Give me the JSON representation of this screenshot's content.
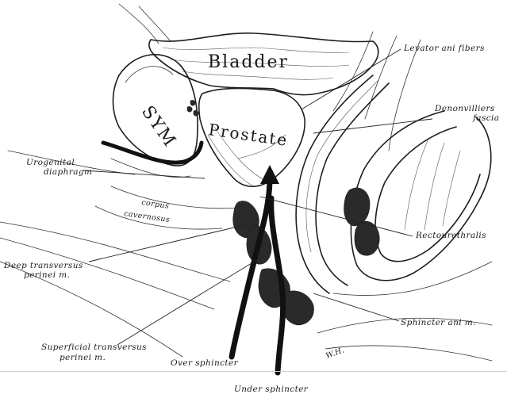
{
  "figure": {
    "organs": {
      "bladder": "Bladder",
      "prostate": "Prostate",
      "symphysis": "SYM"
    },
    "labels": {
      "levator_ani": "Levator ani fibers",
      "denonvilliers_1": "Denonvilliers",
      "denonvilliers_2": "fascia",
      "urogenital_1": "Urogenital",
      "urogenital_2": "diaphragm",
      "corpus_1": "corpus",
      "corpus_2": "cavernosus",
      "rectourethralis": "Rectourethralis",
      "deep_transversus_1": "Deep transversus",
      "deep_transversus_2": "perinei m.",
      "sphincter_ani": "Sphincter ani m.",
      "superficial_1": "Superficial transversus",
      "superficial_2": "perinei m.",
      "over_sphincter": "Over sphincter",
      "under_sphincter": "Under sphincter"
    },
    "signature": "W.H.",
    "colors": {
      "ink": "#1d1d1d",
      "muscle_fill": "#2a2a2a",
      "background": "#ffffff"
    }
  }
}
